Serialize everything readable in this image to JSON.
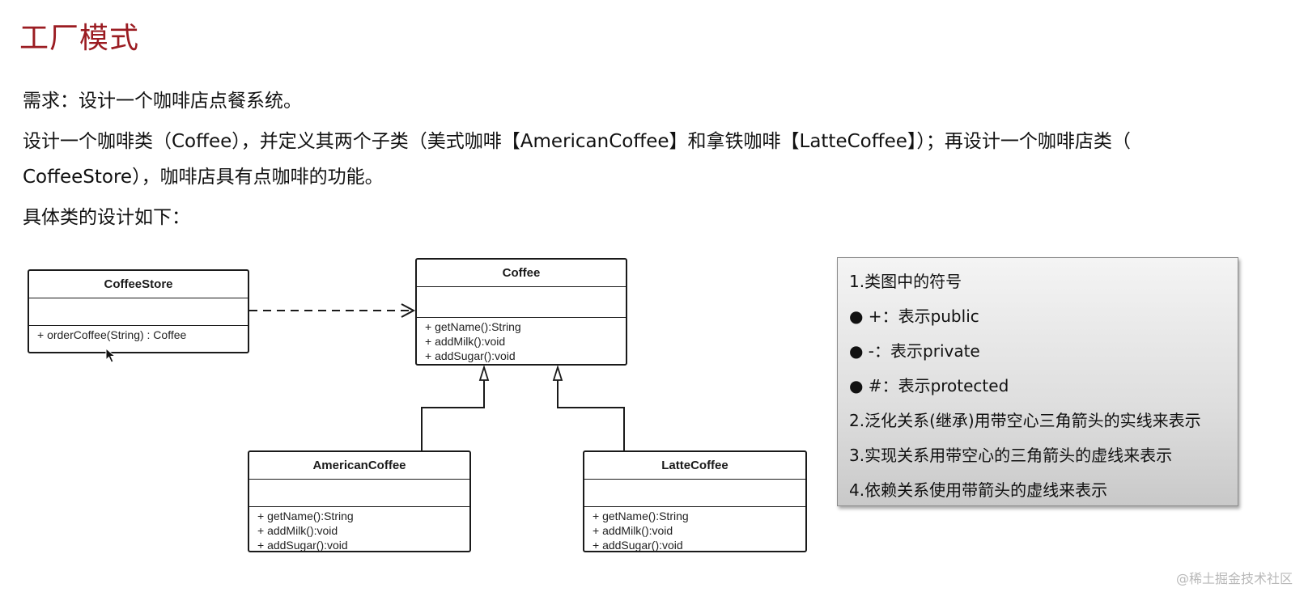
{
  "title": "工厂模式",
  "paragraphs": [
    "需求：设计一个咖啡店点餐系统。",
    "设计一个咖啡类（Coffee），并定义其两个子类（美式咖啡【AmericanCoffee】和拿铁咖啡【LatteCoffee】）；再设计一个咖啡店类（",
    "CoffeeStore），咖啡店具有点咖啡的功能。",
    "具体类的设计如下："
  ],
  "classes": {
    "coffee_store": {
      "name": "CoffeeStore",
      "ops": [
        "+ orderCoffee(String) : Coffee"
      ]
    },
    "coffee": {
      "name": "Coffee",
      "ops": [
        "+ getName():String",
        "+ addMilk():void",
        "+ addSugar():void"
      ]
    },
    "american": {
      "name": "AmericanCoffee",
      "ops": [
        "+ getName():String",
        "+ addMilk():void",
        "+ addSugar():void"
      ]
    },
    "latte": {
      "name": "LatteCoffee",
      "ops": [
        "+ getName():String",
        "+ addMilk():void",
        "+ addSugar():void"
      ]
    }
  },
  "legend": [
    "1.类图中的符号",
    "● +：表示public",
    "● -：表示private",
    "● #：表示protected",
    "2.泛化关系(继承)用带空心三角箭头的实线来表示",
    "3.实现关系用带空心的三角箭头的虚线来表示",
    "4.依赖关系使用带箭头的虚线来表示"
  ],
  "watermark": "@稀土掘金技术社区",
  "colors": {
    "title": "#9b1c22",
    "line": "#1a1a1a"
  }
}
